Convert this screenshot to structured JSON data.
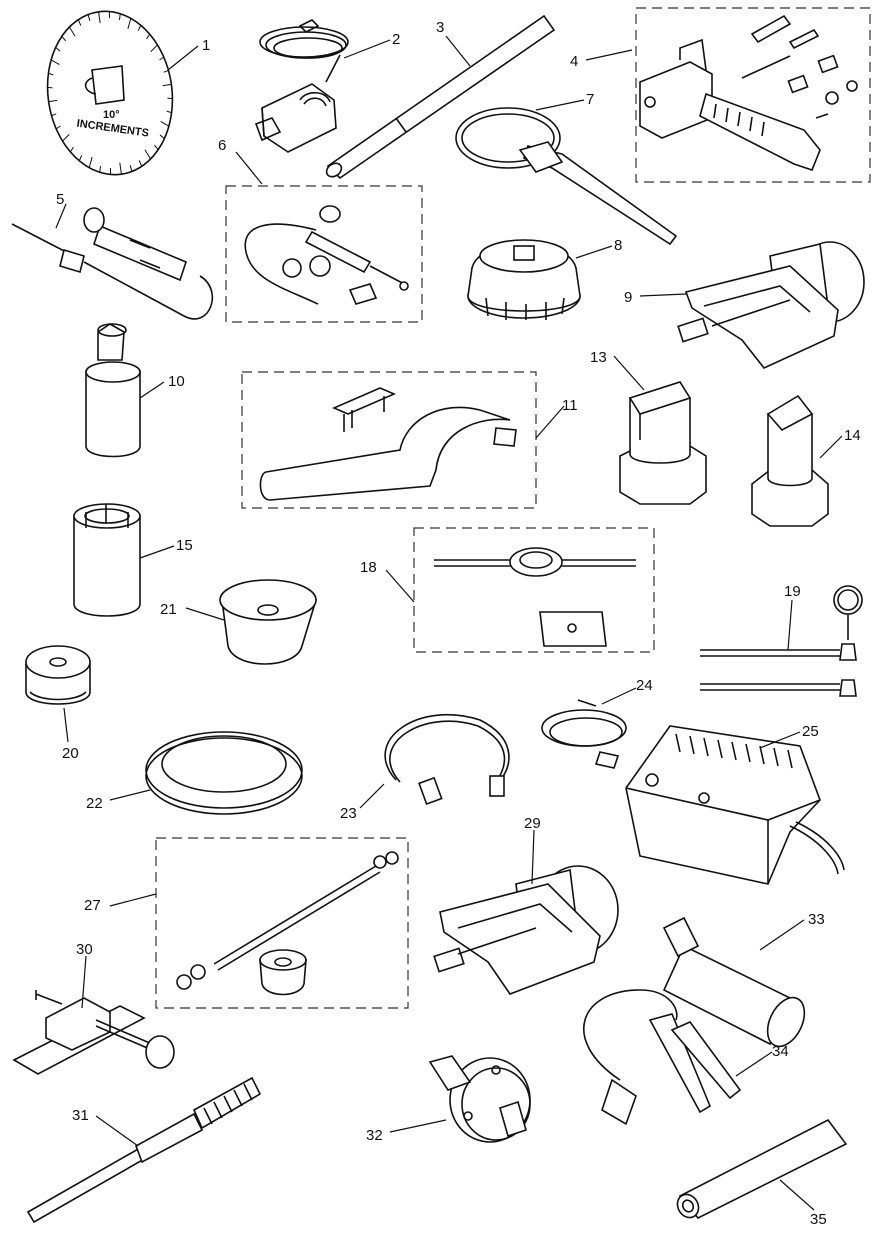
{
  "callouts": [
    {
      "id": "c1",
      "label": "1"
    },
    {
      "id": "c2",
      "label": "2"
    },
    {
      "id": "c3",
      "label": "3"
    },
    {
      "id": "c4",
      "label": "4"
    },
    {
      "id": "c5",
      "label": "5"
    },
    {
      "id": "c6",
      "label": "6"
    },
    {
      "id": "c7",
      "label": "7"
    },
    {
      "id": "c8",
      "label": "8"
    },
    {
      "id": "c9",
      "label": "9"
    },
    {
      "id": "c10",
      "label": "10"
    },
    {
      "id": "c11",
      "label": "11"
    },
    {
      "id": "c13",
      "label": "13"
    },
    {
      "id": "c14",
      "label": "14"
    },
    {
      "id": "c15",
      "label": "15"
    },
    {
      "id": "c18",
      "label": "18"
    },
    {
      "id": "c19",
      "label": "19"
    },
    {
      "id": "c20",
      "label": "20"
    },
    {
      "id": "c21",
      "label": "21"
    },
    {
      "id": "c22",
      "label": "22"
    },
    {
      "id": "c23",
      "label": "23"
    },
    {
      "id": "c24",
      "label": "24"
    },
    {
      "id": "c25",
      "label": "25"
    },
    {
      "id": "c27",
      "label": "27"
    },
    {
      "id": "c29",
      "label": "29"
    },
    {
      "id": "c30",
      "label": "30"
    },
    {
      "id": "c31",
      "label": "31"
    },
    {
      "id": "c32",
      "label": "32"
    },
    {
      "id": "c33",
      "label": "33"
    },
    {
      "id": "c34",
      "label": "34"
    },
    {
      "id": "c35",
      "label": "35"
    }
  ],
  "dial": {
    "line1": "10°",
    "line2": "INCREMENTS"
  }
}
